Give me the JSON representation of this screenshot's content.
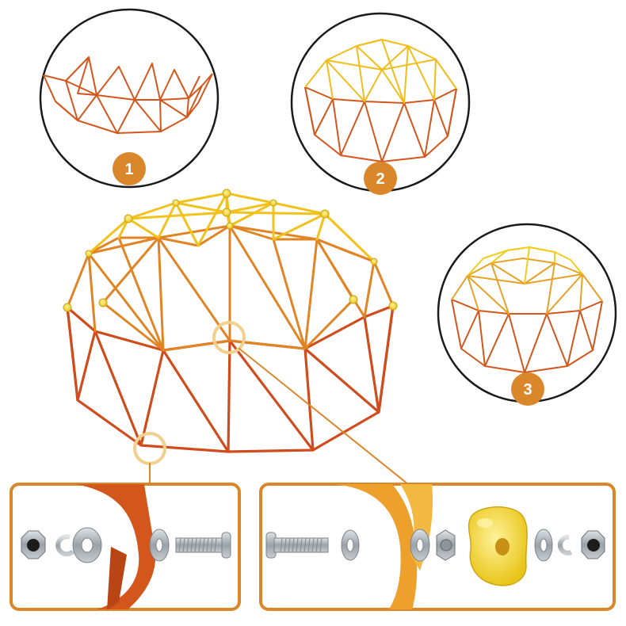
{
  "steps": [
    {
      "label": "1"
    },
    {
      "label": "2"
    },
    {
      "label": "3"
    }
  ],
  "colors": {
    "accent": "#d9872a",
    "orange": "#d3561c",
    "yellow": "#f2c21c",
    "outline": "#1a1a1a",
    "metal": "#a7adb3"
  }
}
